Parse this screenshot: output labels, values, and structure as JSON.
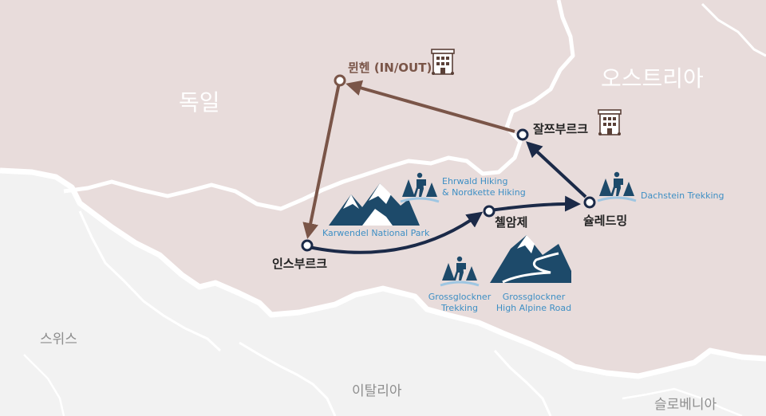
{
  "countries": {
    "germany": "독일",
    "austria": "오스트리아",
    "switzerland": "스위스",
    "italy": "이탈리아",
    "slovenia": "슬로베니아"
  },
  "cities": {
    "munich": "뮌헨 (IN/OUT)",
    "salzburg": "잘쯔부르크",
    "innsbruck": "인스부르크",
    "zell_am_see": "첼암제",
    "schladming": "슐레드밍"
  },
  "activities": {
    "ehrwald": "Ehrwald Hiking\n& Nordkette Hiking",
    "karwendel": "Karwendel National Park",
    "dachstein": "Dachstein Trekking",
    "gg_trekking": "Grossglockner\nTrekking",
    "gg_road": "Grossglockner\nHigh Alpine Road"
  },
  "icons": {
    "hotel": "hotel-building-icon",
    "hiker": "hiker-trees-icon",
    "mountain": "mountain-icon",
    "road": "mountain-road-icon"
  },
  "colors": {
    "austria_fill": "#e8dcdb",
    "outside_fill": "#f2f2f2",
    "border": "#ffffff",
    "route_brown": "#7a5548",
    "route_navy": "#1b2a48",
    "icon_navy": "#1d4a6a",
    "activity_text": "#3e8fc4"
  }
}
